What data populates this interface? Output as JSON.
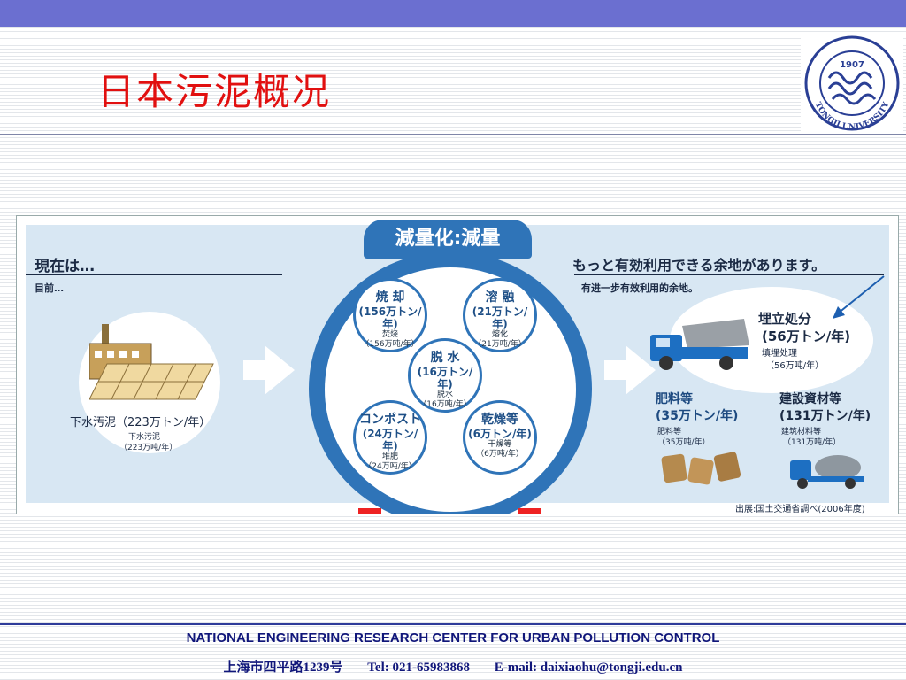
{
  "slide": {
    "title": "日本污泥概况",
    "logo": {
      "year": "1907",
      "name": "TONGJI UNIVERSITY"
    }
  },
  "figure": {
    "left": {
      "heading_ja": "現在は…",
      "heading_zh": "目前…",
      "sludge_ja": "下水汚泥（223万トン/年）",
      "sludge_zh1": "下水污泥",
      "sludge_zh2": "（223万吨/年）"
    },
    "center": {
      "banner": "減量化:減量",
      "circles": [
        {
          "title": "焼 却",
          "ja": "(156万トン/年)",
          "zh1": "焚烧",
          "zh2": "（156万吨/年）"
        },
        {
          "title": "溶 融",
          "ja": "(21万トン/年)",
          "zh1": "熔化",
          "zh2": "（21万吨/年）"
        },
        {
          "title": "脱 水",
          "ja": "(16万トン/年)",
          "zh1": "脱水",
          "zh2": "（16万吨/年）"
        },
        {
          "title": "コンポスト",
          "ja": "(24万トン/年)",
          "zh1": "堆肥",
          "zh2": "（24万吨/年）"
        },
        {
          "title": "乾燥等",
          "ja": "(6万トン/年)",
          "zh1": "干燥等",
          "zh2": "（6万吨/年）"
        }
      ]
    },
    "right": {
      "heading_ja": "もっと有効利用できる余地があります。",
      "heading_zh": "有进一步有效利用的余地。",
      "landfill": {
        "ja1": "埋立処分",
        "ja2": "(56万トン/年)",
        "zh1": "填埋处理",
        "zh2": "（56万吨/年）"
      },
      "fertilizer": {
        "ja1": "肥料等",
        "ja2": "(35万トン/年)",
        "zh1": "肥料等",
        "zh2": "（35万吨/年）"
      },
      "construction": {
        "ja1": "建設資材等",
        "ja2": "(131万トン/年)",
        "zh1": "建筑材料等",
        "zh2": "（131万吨/年）"
      }
    },
    "source": "出展:国土交通省調べ(2006年度)"
  },
  "footer": {
    "center": "NATIONAL ENGINEERING RESEARCH CENTER FOR URBAN POLLUTION CONTROL",
    "address": "上海市四平路1239号",
    "tel": "Tel: 021-65983868",
    "email": "E-mail: daixiaohu@tongji.edu.cn"
  },
  "colors": {
    "title_red": "#e11010",
    "top_bar": "#6b6fd0",
    "circle_blue": "#2f74b8",
    "footer_blue": "#10167a"
  }
}
